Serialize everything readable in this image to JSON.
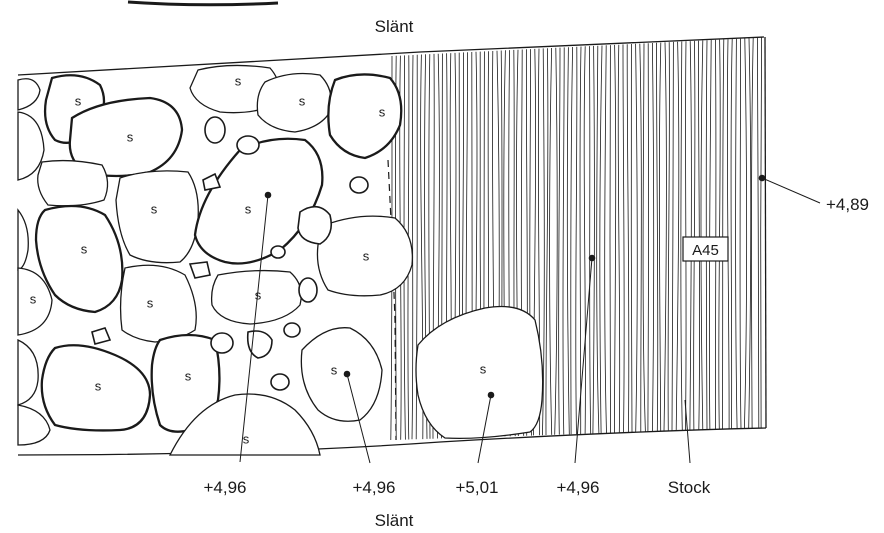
{
  "labels": {
    "top": "Slänt",
    "bottom": "Slänt",
    "stone_marker": "s",
    "tag": "A45",
    "material": "Stock"
  },
  "levels": {
    "level_1": "+4,96",
    "level_2": "+4,96",
    "level_3": "+5,01",
    "level_4": "+4,96",
    "level_5": "+4,89"
  }
}
